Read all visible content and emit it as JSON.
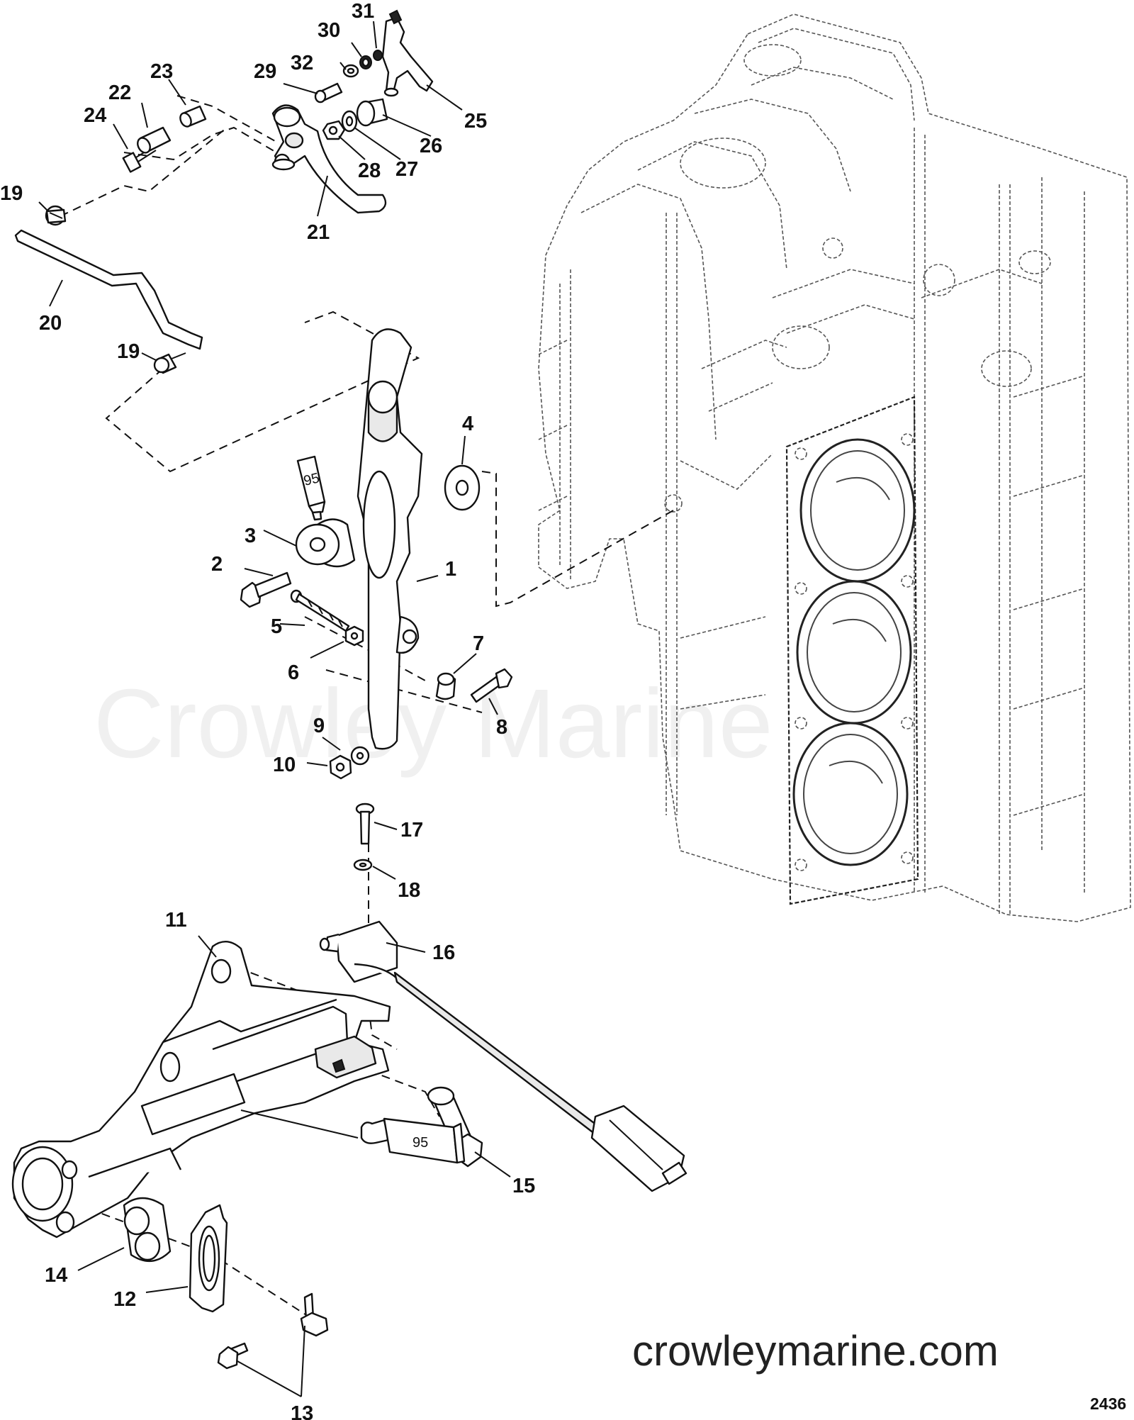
{
  "watermark": "Crowley Marine",
  "website": "crowleymarine.com",
  "diagram_number": "2436",
  "sealant_label": "95",
  "callouts": [
    {
      "id": "1",
      "label": "1"
    },
    {
      "id": "2",
      "label": "2"
    },
    {
      "id": "3",
      "label": "3"
    },
    {
      "id": "4",
      "label": "4"
    },
    {
      "id": "5",
      "label": "5"
    },
    {
      "id": "6",
      "label": "6"
    },
    {
      "id": "7",
      "label": "7"
    },
    {
      "id": "8",
      "label": "8"
    },
    {
      "id": "9",
      "label": "9"
    },
    {
      "id": "10",
      "label": "10"
    },
    {
      "id": "11",
      "label": "11"
    },
    {
      "id": "12",
      "label": "12"
    },
    {
      "id": "13",
      "label": "13"
    },
    {
      "id": "14",
      "label": "14"
    },
    {
      "id": "15",
      "label": "15"
    },
    {
      "id": "16",
      "label": "16"
    },
    {
      "id": "17",
      "label": "17"
    },
    {
      "id": "18",
      "label": "18"
    },
    {
      "id": "19a",
      "label": "19"
    },
    {
      "id": "19b",
      "label": "19"
    },
    {
      "id": "20",
      "label": "20"
    },
    {
      "id": "21",
      "label": "21"
    },
    {
      "id": "22",
      "label": "22"
    },
    {
      "id": "23",
      "label": "23"
    },
    {
      "id": "24",
      "label": "24"
    },
    {
      "id": "25",
      "label": "25"
    },
    {
      "id": "26",
      "label": "26"
    },
    {
      "id": "27",
      "label": "27"
    },
    {
      "id": "28",
      "label": "28"
    },
    {
      "id": "29",
      "label": "29"
    },
    {
      "id": "30",
      "label": "30"
    },
    {
      "id": "31",
      "label": "31"
    },
    {
      "id": "32",
      "label": "32"
    }
  ]
}
